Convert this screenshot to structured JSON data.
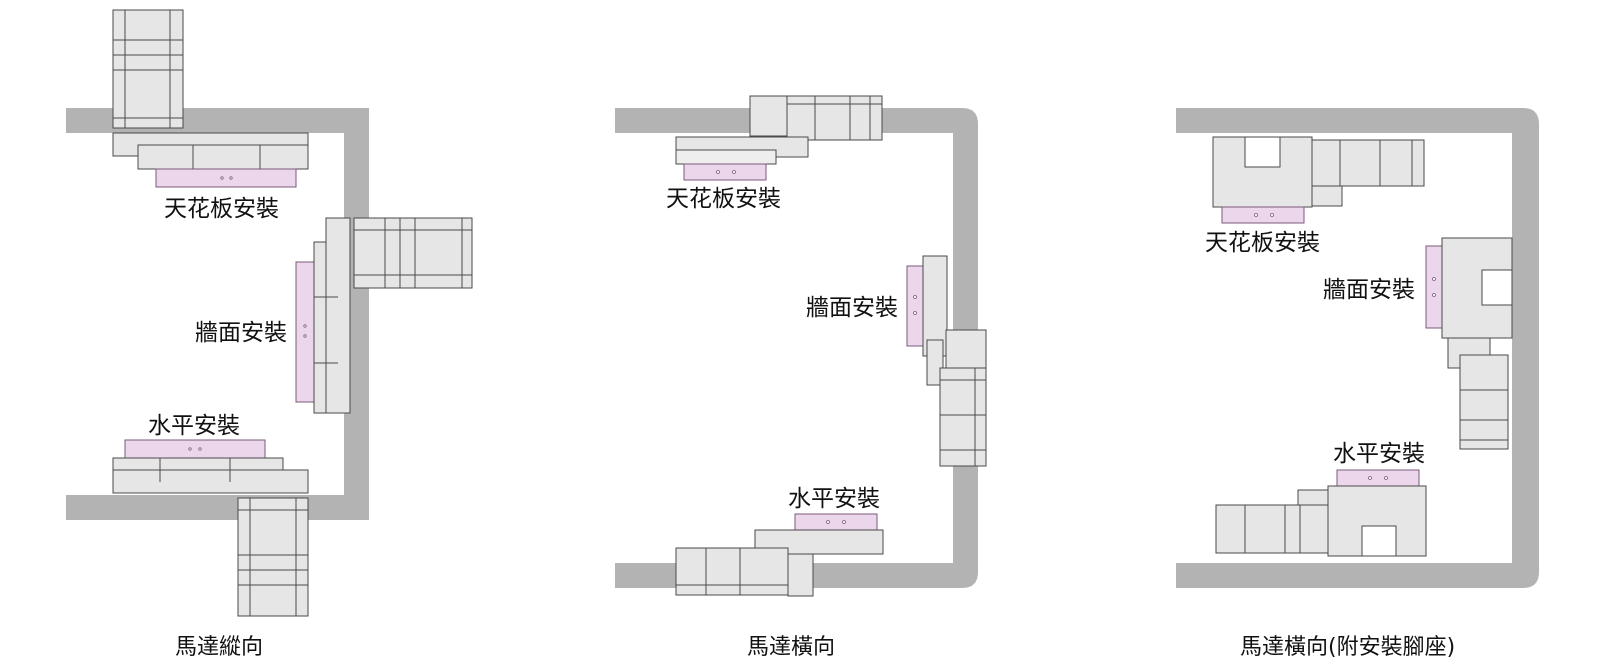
{
  "colors": {
    "wall": "#b3b3b3",
    "motor_body": "#e6e6e6",
    "outline": "#4a4a4a",
    "mount_plate": "#ecd6ec"
  },
  "panels": [
    {
      "caption": "馬達縱向",
      "labels": {
        "ceiling": "天花板安裝",
        "wall": "牆面安裝",
        "floor": "水平安裝"
      }
    },
    {
      "caption": "馬達橫向",
      "labels": {
        "ceiling": "天花板安裝",
        "wall": "牆面安裝",
        "floor": "水平安裝"
      }
    },
    {
      "caption": "馬達橫向(附安裝腳座)",
      "labels": {
        "ceiling": "天花板安裝",
        "wall": "牆面安裝",
        "floor": "水平安裝"
      }
    }
  ]
}
